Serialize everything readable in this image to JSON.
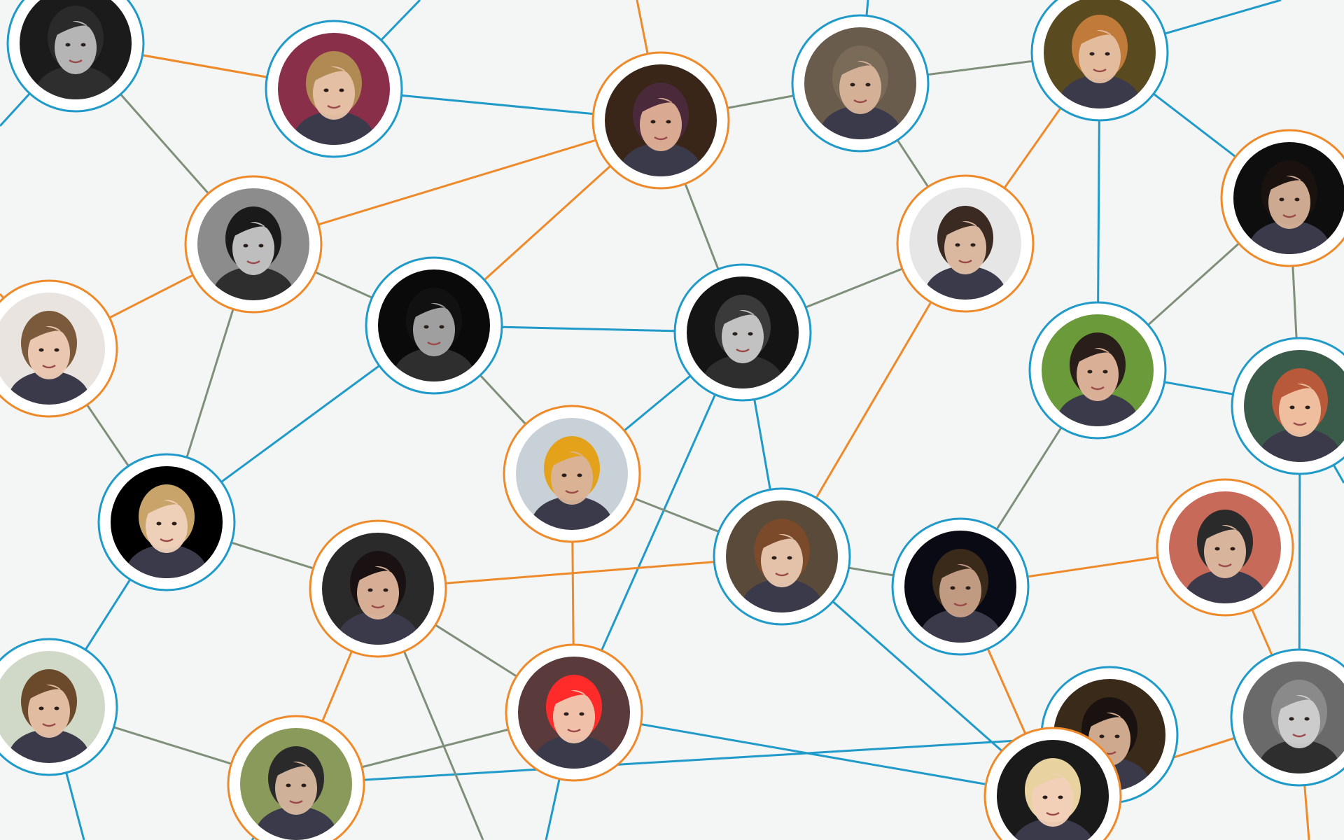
{
  "colors": {
    "background": "#f4f5f5",
    "ring_blue": "#1f9ac9",
    "ring_orange": "#ee8a2a",
    "edge_mixed": "#7f8f7a"
  },
  "network": {
    "description_icon": "social-network-graph",
    "nodes": [
      {
        "id": "n1",
        "ring": "blue",
        "tone": "bw",
        "hair": "#2a2a2a",
        "skin": "#bdbdbd",
        "bg": "#1b1b1b"
      },
      {
        "id": "n2",
        "ring": "blue",
        "tone": "color",
        "hair": "#b08a52",
        "skin": "#e8c2a8",
        "bg": "#8a2f4a"
      },
      {
        "id": "n3",
        "ring": "orange",
        "tone": "color",
        "hair": "#4a2a3a",
        "skin": "#e0b196",
        "bg": "#3a2618"
      },
      {
        "id": "n4",
        "ring": "blue",
        "tone": "color",
        "hair": "#7a6a58",
        "skin": "#d9b49a",
        "bg": "#6a5c4c"
      },
      {
        "id": "n5",
        "ring": "blue",
        "tone": "color",
        "hair": "#c07a3a",
        "skin": "#e5c0a2",
        "bg": "#5a4a20"
      },
      {
        "id": "n6",
        "ring": "orange",
        "tone": "bw",
        "hair": "#1a1a1a",
        "skin": "#c7c7c7",
        "bg": "#8c8c8c"
      },
      {
        "id": "n7",
        "ring": "orange",
        "tone": "color",
        "hair": "#3a2a22",
        "skin": "#e2c0a6",
        "bg": "#e6e6e6"
      },
      {
        "id": "n8",
        "ring": "orange",
        "tone": "color",
        "hair": "#1a120e",
        "skin": "#d8b29a",
        "bg": "#0e0e0e"
      },
      {
        "id": "n9",
        "ring": "orange",
        "tone": "color",
        "hair": "#7a5a3a",
        "skin": "#f0cdb6",
        "bg": "#e9e4df"
      },
      {
        "id": "n10",
        "ring": "blue",
        "tone": "bw",
        "hair": "#111111",
        "skin": "#a8a8a8",
        "bg": "#0a0a0a"
      },
      {
        "id": "n11",
        "ring": "blue",
        "tone": "bw",
        "hair": "#3a3a3a",
        "skin": "#c9c9c9",
        "bg": "#141414"
      },
      {
        "id": "n12",
        "ring": "blue",
        "tone": "color",
        "hair": "#2a1e1a",
        "skin": "#e3b79c",
        "bg": "#6a9a3a"
      },
      {
        "id": "n13",
        "ring": "blue",
        "tone": "color",
        "hair": "#b85a3a",
        "skin": "#f0c4a4",
        "bg": "#3a5a4a"
      },
      {
        "id": "n14",
        "ring": "orange",
        "tone": "color",
        "hair": "#e3a21a",
        "skin": "#d8b49a",
        "bg": "#c8d0d8"
      },
      {
        "id": "n15",
        "ring": "blue",
        "tone": "color",
        "hair": "#c9a46a",
        "skin": "#f0d2bc",
        "bg": "#000000"
      },
      {
        "id": "n16",
        "ring": "blue",
        "tone": "color",
        "hair": "#7a4a2a",
        "skin": "#e9c8b0",
        "bg": "#5a4a3a"
      },
      {
        "id": "n17",
        "ring": "orange",
        "tone": "color",
        "hair": "#1a1212",
        "skin": "#e0b79e",
        "bg": "#2a2a2a"
      },
      {
        "id": "n18",
        "ring": "blue",
        "tone": "color",
        "hair": "#3a2a1a",
        "skin": "#c8a088",
        "bg": "#0a0a14"
      },
      {
        "id": "n19",
        "ring": "orange",
        "tone": "color",
        "hair": "#2a2a2a",
        "skin": "#e2bca2",
        "bg": "#c86a5a"
      },
      {
        "id": "n20",
        "ring": "blue",
        "tone": "color",
        "hair": "#6a4a2a",
        "skin": "#e8c2a8",
        "bg": "#d0d8c8"
      },
      {
        "id": "n21",
        "ring": "orange",
        "tone": "color",
        "hair": "#ff2a2a",
        "skin": "#f0c8b0",
        "bg": "#5a3a3a"
      },
      {
        "id": "n22",
        "ring": "orange",
        "tone": "color",
        "hair": "#2a2a2a",
        "skin": "#d8b8a0",
        "bg": "#8a9a5a"
      },
      {
        "id": "n23",
        "ring": "blue",
        "tone": "color",
        "hair": "#1a1210",
        "skin": "#d8b296",
        "bg": "#3a2a1a"
      },
      {
        "id": "n24",
        "ring": "orange",
        "tone": "color",
        "hair": "#e8d2a0",
        "skin": "#f2d0b8",
        "bg": "#1a1a1a"
      },
      {
        "id": "n25",
        "ring": "blue",
        "tone": "bw",
        "hair": "#8a8a8a",
        "skin": "#d0d0d0",
        "bg": "#6a6a6a"
      }
    ]
  }
}
